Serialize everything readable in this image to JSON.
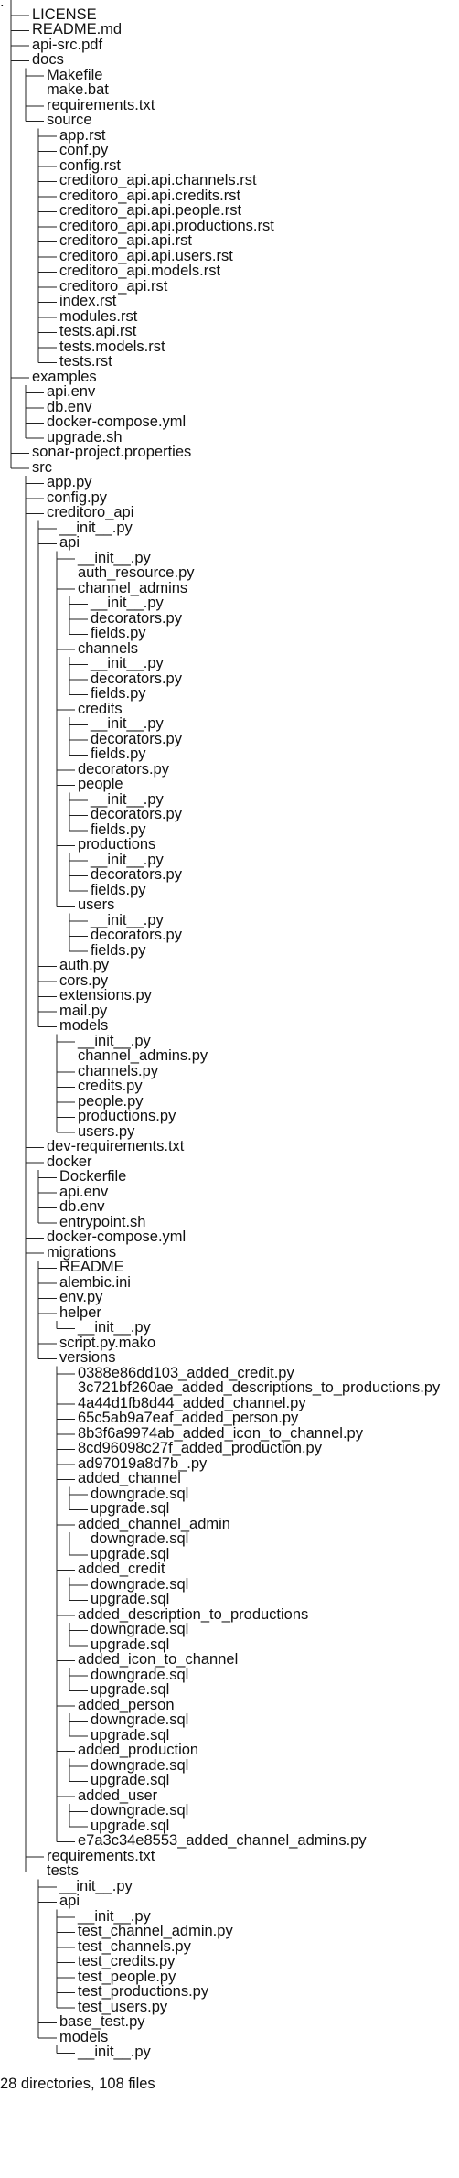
{
  "tree": {
    "root": ".",
    "entries": [
      {
        "depth": 1,
        "name": "LICENSE"
      },
      {
        "depth": 1,
        "name": "README.md"
      },
      {
        "depth": 1,
        "name": "api-src.pdf"
      },
      {
        "depth": 1,
        "name": "docs"
      },
      {
        "depth": 2,
        "name": "Makefile"
      },
      {
        "depth": 2,
        "name": "make.bat"
      },
      {
        "depth": 2,
        "name": "requirements.txt"
      },
      {
        "depth": 2,
        "name": "source"
      },
      {
        "depth": 3,
        "name": "app.rst"
      },
      {
        "depth": 3,
        "name": "conf.py"
      },
      {
        "depth": 3,
        "name": "config.rst"
      },
      {
        "depth": 3,
        "name": "creditoro_api.api.channels.rst"
      },
      {
        "depth": 3,
        "name": "creditoro_api.api.credits.rst"
      },
      {
        "depth": 3,
        "name": "creditoro_api.api.people.rst"
      },
      {
        "depth": 3,
        "name": "creditoro_api.api.productions.rst"
      },
      {
        "depth": 3,
        "name": "creditoro_api.api.rst"
      },
      {
        "depth": 3,
        "name": "creditoro_api.api.users.rst"
      },
      {
        "depth": 3,
        "name": "creditoro_api.models.rst"
      },
      {
        "depth": 3,
        "name": "creditoro_api.rst"
      },
      {
        "depth": 3,
        "name": "index.rst"
      },
      {
        "depth": 3,
        "name": "modules.rst"
      },
      {
        "depth": 3,
        "name": "tests.api.rst"
      },
      {
        "depth": 3,
        "name": "tests.models.rst"
      },
      {
        "depth": 3,
        "name": "tests.rst"
      },
      {
        "depth": 1,
        "name": "examples"
      },
      {
        "depth": 2,
        "name": "api.env"
      },
      {
        "depth": 2,
        "name": "db.env"
      },
      {
        "depth": 2,
        "name": "docker-compose.yml"
      },
      {
        "depth": 2,
        "name": "upgrade.sh"
      },
      {
        "depth": 1,
        "name": "sonar-project.properties"
      },
      {
        "depth": 1,
        "name": "src"
      },
      {
        "depth": 2,
        "name": "app.py"
      },
      {
        "depth": 2,
        "name": "config.py"
      },
      {
        "depth": 2,
        "name": "creditoro_api"
      },
      {
        "depth": 3,
        "name": "__init__.py"
      },
      {
        "depth": 3,
        "name": "api"
      },
      {
        "depth": 4,
        "name": "__init__.py"
      },
      {
        "depth": 4,
        "name": "auth_resource.py"
      },
      {
        "depth": 4,
        "name": "channel_admins"
      },
      {
        "depth": 5,
        "name": "__init__.py"
      },
      {
        "depth": 5,
        "name": "decorators.py"
      },
      {
        "depth": 5,
        "name": "fields.py"
      },
      {
        "depth": 4,
        "name": "channels"
      },
      {
        "depth": 5,
        "name": "__init__.py"
      },
      {
        "depth": 5,
        "name": "decorators.py"
      },
      {
        "depth": 5,
        "name": "fields.py"
      },
      {
        "depth": 4,
        "name": "credits"
      },
      {
        "depth": 5,
        "name": "__init__.py"
      },
      {
        "depth": 5,
        "name": "decorators.py"
      },
      {
        "depth": 5,
        "name": "fields.py"
      },
      {
        "depth": 4,
        "name": "decorators.py"
      },
      {
        "depth": 4,
        "name": "people"
      },
      {
        "depth": 5,
        "name": "__init__.py"
      },
      {
        "depth": 5,
        "name": "decorators.py"
      },
      {
        "depth": 5,
        "name": "fields.py"
      },
      {
        "depth": 4,
        "name": "productions"
      },
      {
        "depth": 5,
        "name": "__init__.py"
      },
      {
        "depth": 5,
        "name": "decorators.py"
      },
      {
        "depth": 5,
        "name": "fields.py"
      },
      {
        "depth": 4,
        "name": "users"
      },
      {
        "depth": 5,
        "name": "__init__.py"
      },
      {
        "depth": 5,
        "name": "decorators.py"
      },
      {
        "depth": 5,
        "name": "fields.py"
      },
      {
        "depth": 3,
        "name": "auth.py"
      },
      {
        "depth": 3,
        "name": "cors.py"
      },
      {
        "depth": 3,
        "name": "extensions.py"
      },
      {
        "depth": 3,
        "name": "mail.py"
      },
      {
        "depth": 3,
        "name": "models"
      },
      {
        "depth": 4,
        "name": "__init__.py"
      },
      {
        "depth": 4,
        "name": "channel_admins.py"
      },
      {
        "depth": 4,
        "name": "channels.py"
      },
      {
        "depth": 4,
        "name": "credits.py"
      },
      {
        "depth": 4,
        "name": "people.py"
      },
      {
        "depth": 4,
        "name": "productions.py"
      },
      {
        "depth": 4,
        "name": "users.py"
      },
      {
        "depth": 2,
        "name": "dev-requirements.txt"
      },
      {
        "depth": 2,
        "name": "docker"
      },
      {
        "depth": 3,
        "name": "Dockerfile"
      },
      {
        "depth": 3,
        "name": "api.env"
      },
      {
        "depth": 3,
        "name": "db.env"
      },
      {
        "depth": 3,
        "name": "entrypoint.sh"
      },
      {
        "depth": 2,
        "name": "docker-compose.yml"
      },
      {
        "depth": 2,
        "name": "migrations"
      },
      {
        "depth": 3,
        "name": "README"
      },
      {
        "depth": 3,
        "name": "alembic.ini"
      },
      {
        "depth": 3,
        "name": "env.py"
      },
      {
        "depth": 3,
        "name": "helper"
      },
      {
        "depth": 4,
        "name": "__init__.py"
      },
      {
        "depth": 3,
        "name": "script.py.mako"
      },
      {
        "depth": 3,
        "name": "versions"
      },
      {
        "depth": 4,
        "name": "0388e86dd103_added_credit.py"
      },
      {
        "depth": 4,
        "name": "3c721bf260ae_added_descriptions_to_productions.py"
      },
      {
        "depth": 4,
        "name": "4a44d1fb8d44_added_channel.py"
      },
      {
        "depth": 4,
        "name": "65c5ab9a7eaf_added_person.py"
      },
      {
        "depth": 4,
        "name": "8b3f6a9974ab_added_icon_to_channel.py"
      },
      {
        "depth": 4,
        "name": "8cd96098c27f_added_production.py"
      },
      {
        "depth": 4,
        "name": "ad97019a8d7b_.py"
      },
      {
        "depth": 4,
        "name": "added_channel"
      },
      {
        "depth": 5,
        "name": "downgrade.sql"
      },
      {
        "depth": 5,
        "name": "upgrade.sql"
      },
      {
        "depth": 4,
        "name": "added_channel_admin"
      },
      {
        "depth": 5,
        "name": "downgrade.sql"
      },
      {
        "depth": 5,
        "name": "upgrade.sql"
      },
      {
        "depth": 4,
        "name": "added_credit"
      },
      {
        "depth": 5,
        "name": "downgrade.sql"
      },
      {
        "depth": 5,
        "name": "upgrade.sql"
      },
      {
        "depth": 4,
        "name": "added_description_to_productions"
      },
      {
        "depth": 5,
        "name": "downgrade.sql"
      },
      {
        "depth": 5,
        "name": "upgrade.sql"
      },
      {
        "depth": 4,
        "name": "added_icon_to_channel"
      },
      {
        "depth": 5,
        "name": "downgrade.sql"
      },
      {
        "depth": 5,
        "name": "upgrade.sql"
      },
      {
        "depth": 4,
        "name": "added_person"
      },
      {
        "depth": 5,
        "name": "downgrade.sql"
      },
      {
        "depth": 5,
        "name": "upgrade.sql"
      },
      {
        "depth": 4,
        "name": "added_production"
      },
      {
        "depth": 5,
        "name": "downgrade.sql"
      },
      {
        "depth": 5,
        "name": "upgrade.sql"
      },
      {
        "depth": 4,
        "name": "added_user"
      },
      {
        "depth": 5,
        "name": "downgrade.sql"
      },
      {
        "depth": 5,
        "name": "upgrade.sql"
      },
      {
        "depth": 4,
        "name": "e7a3c34e8553_added_channel_admins.py"
      },
      {
        "depth": 2,
        "name": "requirements.txt"
      },
      {
        "depth": 2,
        "name": "tests"
      },
      {
        "depth": 3,
        "name": "__init__.py"
      },
      {
        "depth": 3,
        "name": "api"
      },
      {
        "depth": 4,
        "name": "__init__.py"
      },
      {
        "depth": 4,
        "name": "test_channel_admin.py"
      },
      {
        "depth": 4,
        "name": "test_channels.py"
      },
      {
        "depth": 4,
        "name": "test_credits.py"
      },
      {
        "depth": 4,
        "name": "test_people.py"
      },
      {
        "depth": 4,
        "name": "test_productions.py"
      },
      {
        "depth": 4,
        "name": "test_users.py"
      },
      {
        "depth": 3,
        "name": "base_test.py"
      },
      {
        "depth": 3,
        "name": "models"
      },
      {
        "depth": 4,
        "name": "__init__.py"
      }
    ],
    "summary": "28 directories, 108 files"
  }
}
